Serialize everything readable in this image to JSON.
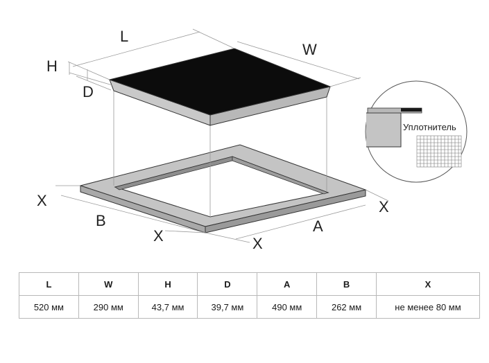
{
  "diagram": {
    "labels": {
      "L": "L",
      "W": "W",
      "H": "H",
      "D": "D",
      "B": "B",
      "A": "A",
      "X": "X"
    },
    "callout_text": "Уплотнитель"
  },
  "table": {
    "headers": [
      "L",
      "W",
      "H",
      "D",
      "A",
      "B",
      "X"
    ],
    "values": [
      "520 мм",
      "290 мм",
      "43,7 мм",
      "39,7 мм",
      "490 мм",
      "262 мм",
      "не менее 80 мм"
    ]
  }
}
